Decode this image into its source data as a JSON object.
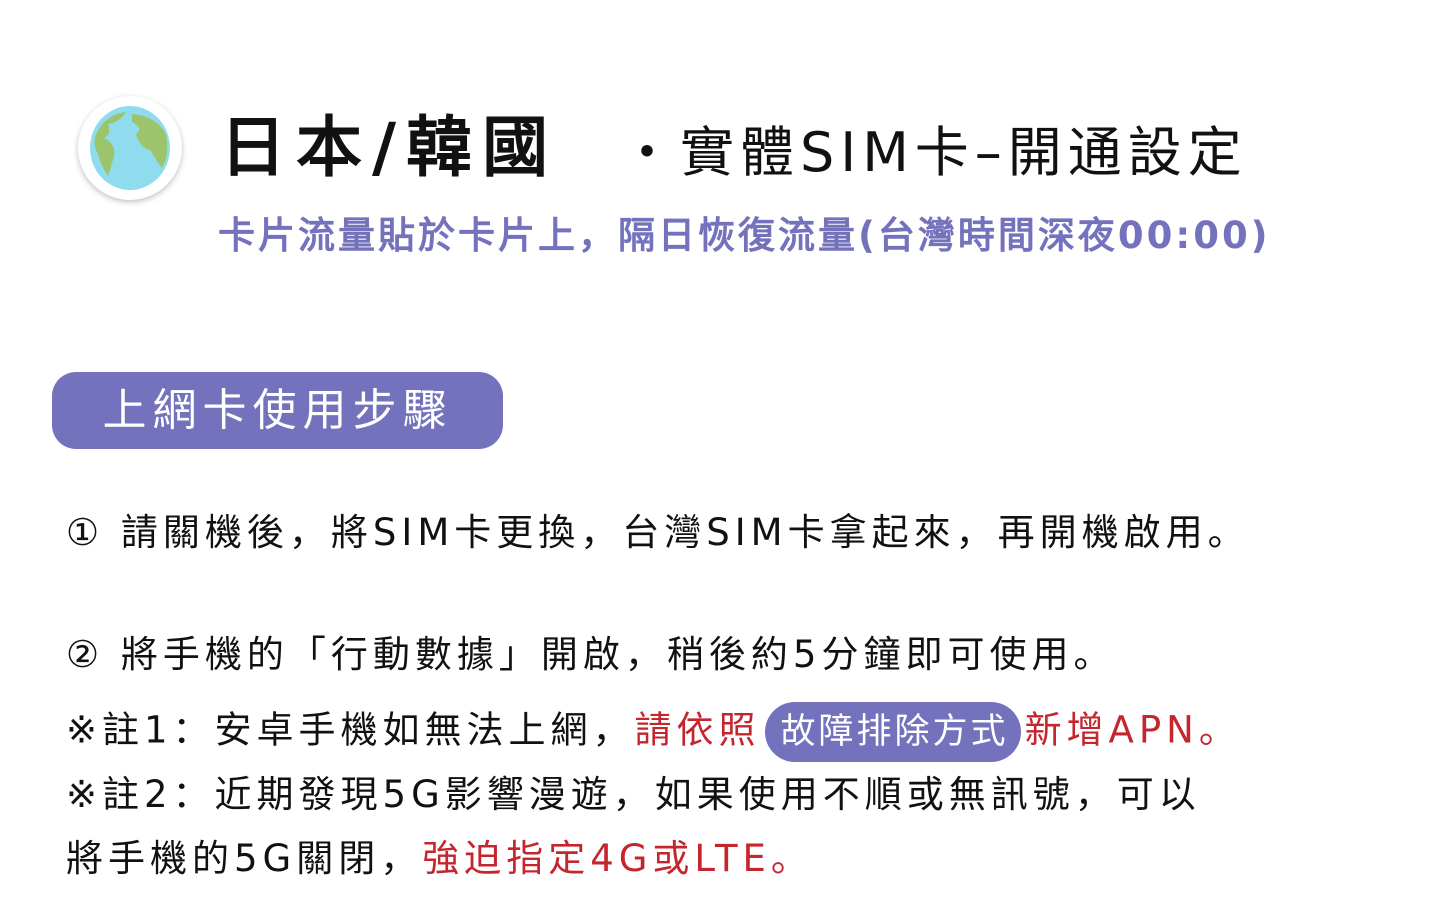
{
  "header": {
    "title_main": "日本/韓國",
    "title_sub": "・實體SIM卡–開通設定",
    "subtitle": "卡片流量貼於卡片上，隔日恢復流量(台灣時間深夜00:00)"
  },
  "section": {
    "label": "上網卡使用步驟"
  },
  "steps": [
    "① 請關機後，將SIM卡更換，台灣SIM卡拿起來，再開機啟用。",
    "② 將手機的「行動數據」開啟，稍後約5分鐘即可使用。"
  ],
  "notes": {
    "note1_prefix": "※註1：安卓手機如無法上網，",
    "note1_red1": "請依照",
    "note1_button": "故障排除方式",
    "note1_red2": "新增APN。",
    "note2_line1": "※註2：近期發現5G影響漫遊，如果使用不順或無訊號，可以",
    "note2_line2_prefix": "將手機的5G關閉，",
    "note2_line2_red": "強迫指定4G或LTE。"
  },
  "colors": {
    "accent": "#7472bd",
    "warning": "#c4262e"
  }
}
